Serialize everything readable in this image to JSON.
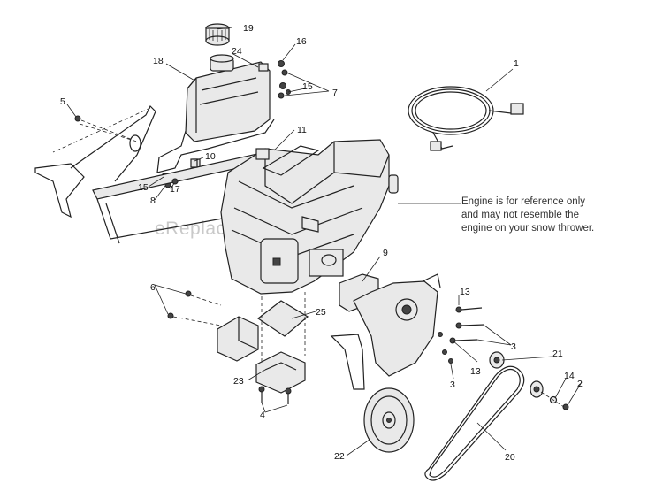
{
  "watermark": "eReplacementParts.com",
  "engine_note": [
    "Engine is for reference only",
    "and may not resemble the",
    "engine on your snow thrower."
  ],
  "callouts": {
    "c1": "1",
    "c2": "2",
    "c3a": "3",
    "c3b": "3",
    "c4": "4",
    "c5": "5",
    "c6": "6",
    "c7": "7",
    "c8": "8",
    "c9": "9",
    "c10": "10",
    "c11": "11",
    "c13a": "13",
    "c13b": "13",
    "c14": "14",
    "c15a": "15",
    "c15b": "15",
    "c16": "16",
    "c17": "17",
    "c18": "18",
    "c19": "19",
    "c20": "20",
    "c21": "21",
    "c22": "22",
    "c23": "23",
    "c24": "24",
    "c25": "25"
  }
}
